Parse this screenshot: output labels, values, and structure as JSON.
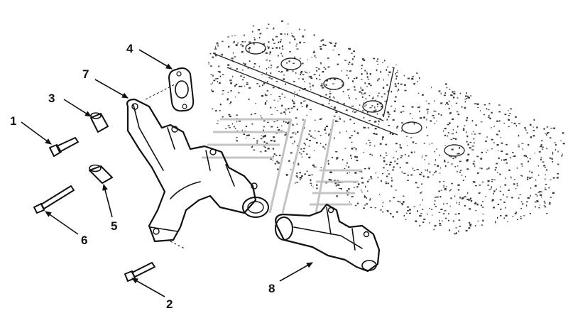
{
  "callouts": [
    {
      "id": "1",
      "label": "1"
    },
    {
      "id": "2",
      "label": "2"
    },
    {
      "id": "3",
      "label": "3"
    },
    {
      "id": "4",
      "label": "4"
    },
    {
      "id": "5",
      "label": "5"
    },
    {
      "id": "6",
      "label": "6"
    },
    {
      "id": "7",
      "label": "7"
    },
    {
      "id": "8",
      "label": "8"
    }
  ],
  "colors": {
    "ink": "#111111",
    "background": "#ffffff",
    "watermark": "#c8c8c8",
    "speckle": "#3a3a3a"
  },
  "watermark_icon": "brand-logo-watermark"
}
